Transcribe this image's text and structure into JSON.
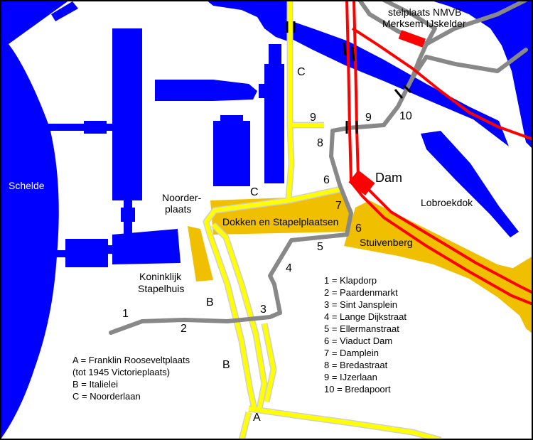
{
  "colors": {
    "water": "#0000ff",
    "road_yellow": "#ffff00",
    "road_outline": "#c8c8c8",
    "rail": "#ff0000",
    "tram": "#888888",
    "area": "#f0c000",
    "border": "#000000",
    "background": "#ffffff"
  },
  "place_labels": {
    "schelde": "Schelde",
    "noorderplaats_1": "Noorder-",
    "noorderplaats_2": "plaats",
    "dokken": "Dokken en Stapelplaatsen",
    "stapelhuis_1": "Koninklijk",
    "stapelhuis_2": "Stapelhuis",
    "stuivenberg": "Stuivenberg",
    "lobroekdok": "Lobroekdok",
    "dam": "Dam",
    "stelplaats_1": "stelplaats NMVB",
    "stelplaats_2": "Merksem IJskelder"
  },
  "road_letters": {
    "c_top": "C",
    "c_mid": "C",
    "b_upper": "B",
    "b_lower": "B",
    "a": "A"
  },
  "route_numbers": {
    "n1": "1",
    "n2": "2",
    "n3": "3",
    "n4": "4",
    "n5": "5",
    "n6a": "6",
    "n6b": "6",
    "n7": "7",
    "n8": "8",
    "n9a": "9",
    "n9b": "9",
    "n10": "10"
  },
  "legend_roads": [
    "A = Franklin Rooseveltplaats",
    "(tot 1945 Victorieplaats)",
    "B = Italielei",
    "C = Noorderlaan"
  ],
  "legend_streets": [
    "1 = Klapdorp",
    "2 = Paardenmarkt",
    "3 = Sint Jansplein",
    "4 = Lange Dijkstraat",
    "5 = Ellermanstraat",
    "6 = Viaduct Dam",
    "7 = Damplein",
    "8 = Bredastraat",
    "9 = IJzerlaan",
    "10 = Bredapoort"
  ]
}
